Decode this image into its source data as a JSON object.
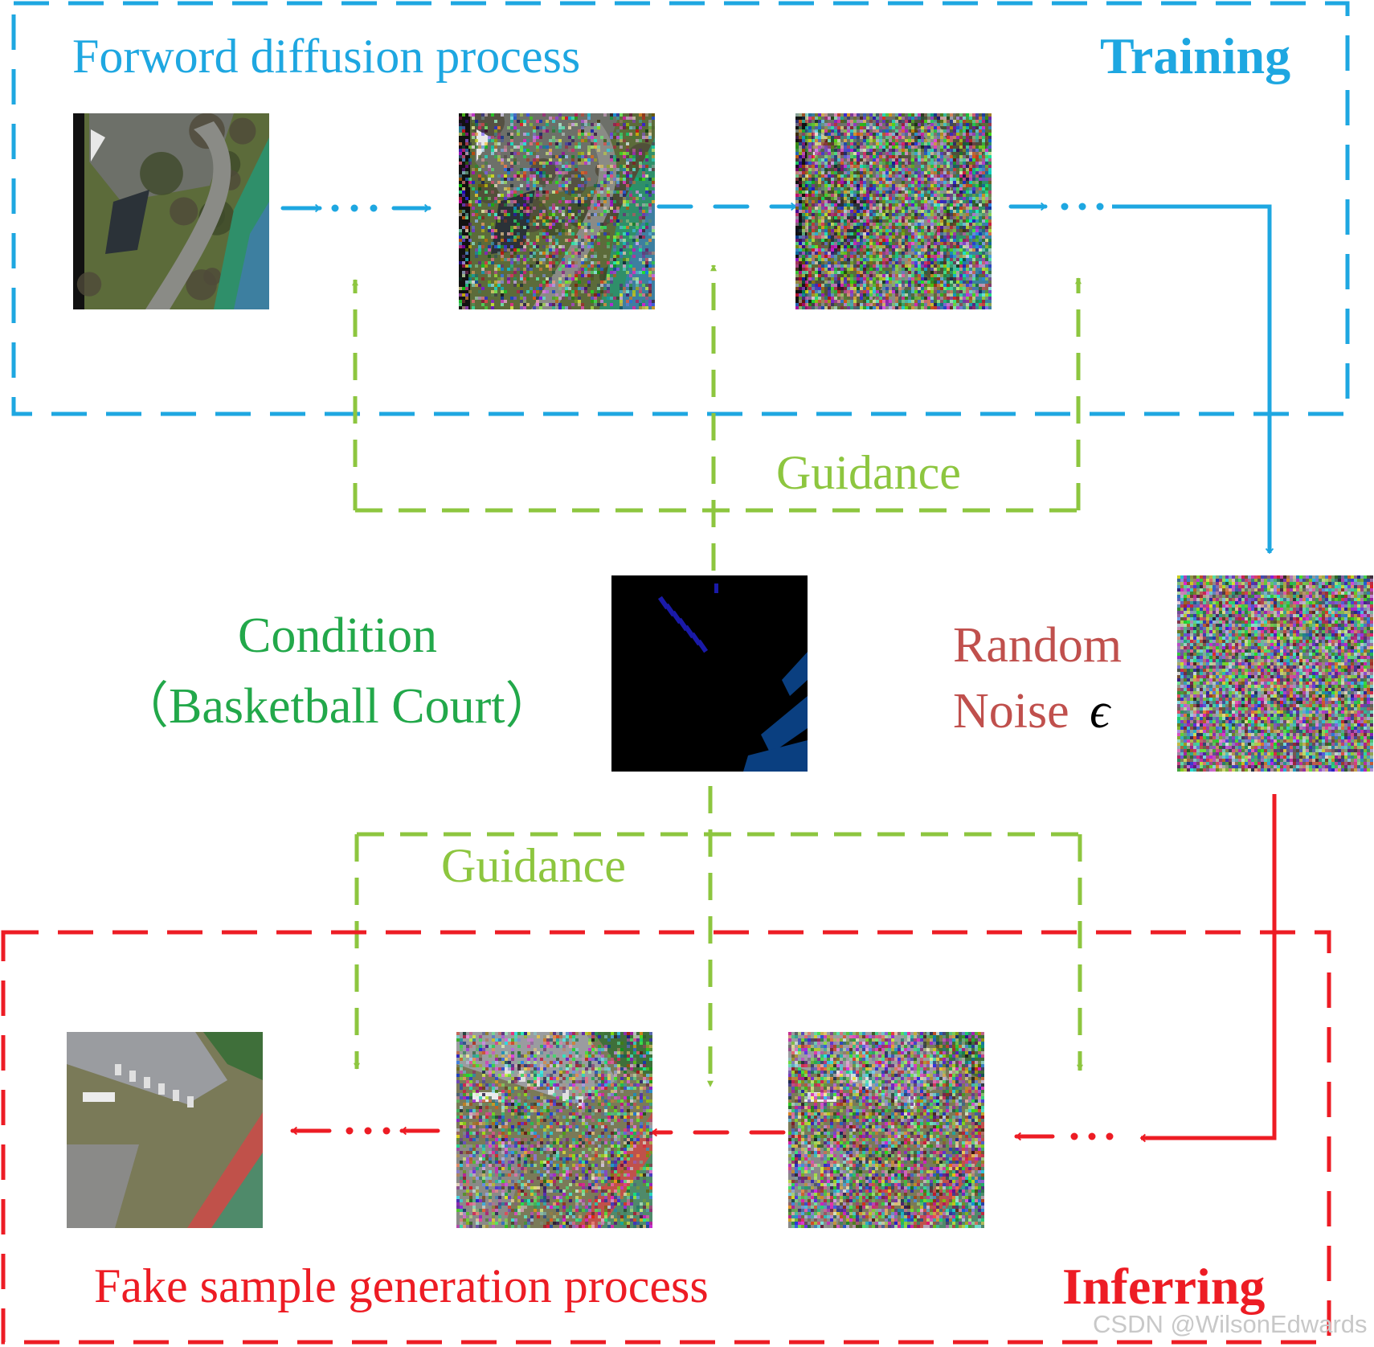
{
  "training": {
    "process_label": "Forword diffusion process",
    "mode_label": "Training"
  },
  "inferring": {
    "process_label": "Fake sample generation process",
    "mode_label": "Inferring"
  },
  "guidance_label": "Guidance",
  "condition": {
    "line1": "Condition",
    "line2": "（Basketball Court）"
  },
  "noise": {
    "line1": "Random",
    "line2": "Noise",
    "symbol": "ϵ"
  },
  "watermark": "CSDN @WilsonEdwards",
  "colors": {
    "training_blue": "#1ea7e1",
    "guidance_green": "#8dc63f",
    "inferring_red": "#ed1c24",
    "condition_green": "#22a84a",
    "noise_red": "#c0504d"
  },
  "images": [
    {
      "name": "clean-aerial-image",
      "type": "aerial",
      "noise": 0
    },
    {
      "name": "slightly-noised-aerial-image",
      "type": "aerial",
      "noise": 0.45
    },
    {
      "name": "heavily-noised-aerial-image",
      "type": "aerial",
      "noise": 0.85
    },
    {
      "name": "condition-mask-image",
      "type": "mask"
    },
    {
      "name": "random-noise-image",
      "type": "noise"
    },
    {
      "name": "generated-fake-sample-image",
      "type": "generated",
      "noise": 0
    },
    {
      "name": "partially-denoised-image",
      "type": "generated",
      "noise": 0.55
    },
    {
      "name": "early-denoised-image",
      "type": "generated",
      "noise": 0.8
    }
  ]
}
